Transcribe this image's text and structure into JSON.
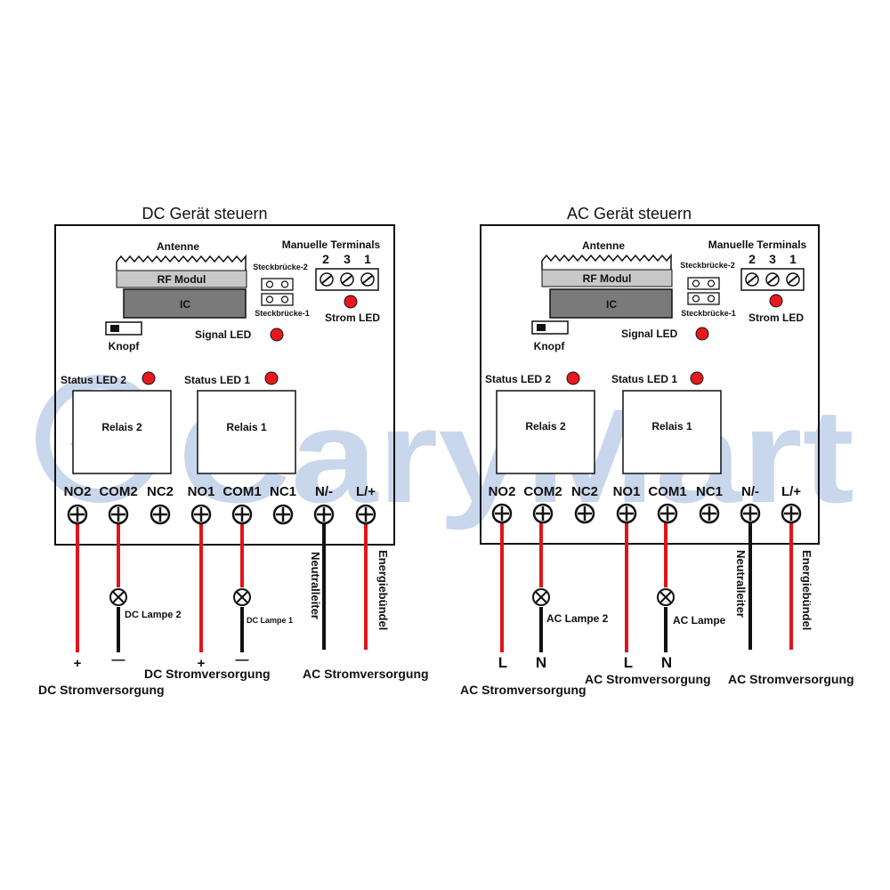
{
  "watermark": {
    "text": "CaryMart",
    "color": "#c9d7ec"
  },
  "colors": {
    "wire_red": "#e0151b",
    "wire_black": "#111111",
    "led_red": "#e8191e",
    "rf_module": "#c8c8c8",
    "ic": "#7a7a7a"
  },
  "left": {
    "title": "DC Gerät steuern",
    "antenna": "Antenne",
    "rf_module": "RF Modul",
    "ic": "IC",
    "jumper2": "Steckbrücke-2",
    "jumper1": "Steckbrücke-1",
    "manual_terminals": "Manuelle Terminals",
    "terminal_numbers": [
      "2",
      "3",
      "1"
    ],
    "power_led": "Strom LED",
    "button": "Knopf",
    "signal_led": "Signal LED",
    "status_led2": "Status LED 2",
    "status_led1": "Status LED 1",
    "relay2": "Relais 2",
    "relay1": "Relais 1",
    "terminals": [
      "NO2",
      "COM2",
      "NC2",
      "NO1",
      "COM1",
      "NC1",
      "N/-",
      "L/+"
    ],
    "lamp2": "DC Lampe 2",
    "lamp1": "DC Lampe 1",
    "neutral": "Neutralleiter",
    "energy": "Energiebündel",
    "pol_a_plus": "+",
    "pol_a_minus": "—",
    "pol_b_plus": "+",
    "pol_b_minus": "—",
    "supply_a": "DC Stromversorgung",
    "supply_b": "DC Stromversorgung",
    "supply_main": "AC Stromversorgung"
  },
  "right": {
    "title": "AC Gerät steuern",
    "antenna": "Antenne",
    "rf_module": "RF Modul",
    "ic": "IC",
    "jumper2": "Steckbrücke-2",
    "jumper1": "Steckbrücke-1",
    "manual_terminals": "Manuelle Terminals",
    "terminal_numbers": [
      "2",
      "3",
      "1"
    ],
    "power_led": "Strom LED",
    "button": "Knopf",
    "signal_led": "Signal LED",
    "status_led2": "Status LED 2",
    "status_led1": "Status LED 1",
    "relay2": "Relais 2",
    "relay1": "Relais 1",
    "terminals": [
      "NO2",
      "COM2",
      "NC2",
      "NO1",
      "COM1",
      "NC1",
      "N/-",
      "L/+"
    ],
    "lamp2": "AC Lampe 2",
    "lamp1": "AC Lampe",
    "neutral": "Neutralleiter",
    "energy": "Energiebündel",
    "pol_a_plus": "L",
    "pol_a_minus": "N",
    "pol_b_plus": "L",
    "pol_b_minus": "N",
    "supply_a": "AC Stromversorgung",
    "supply_b": "AC Stromversorgung",
    "supply_main": "AC Stromversorgung"
  }
}
